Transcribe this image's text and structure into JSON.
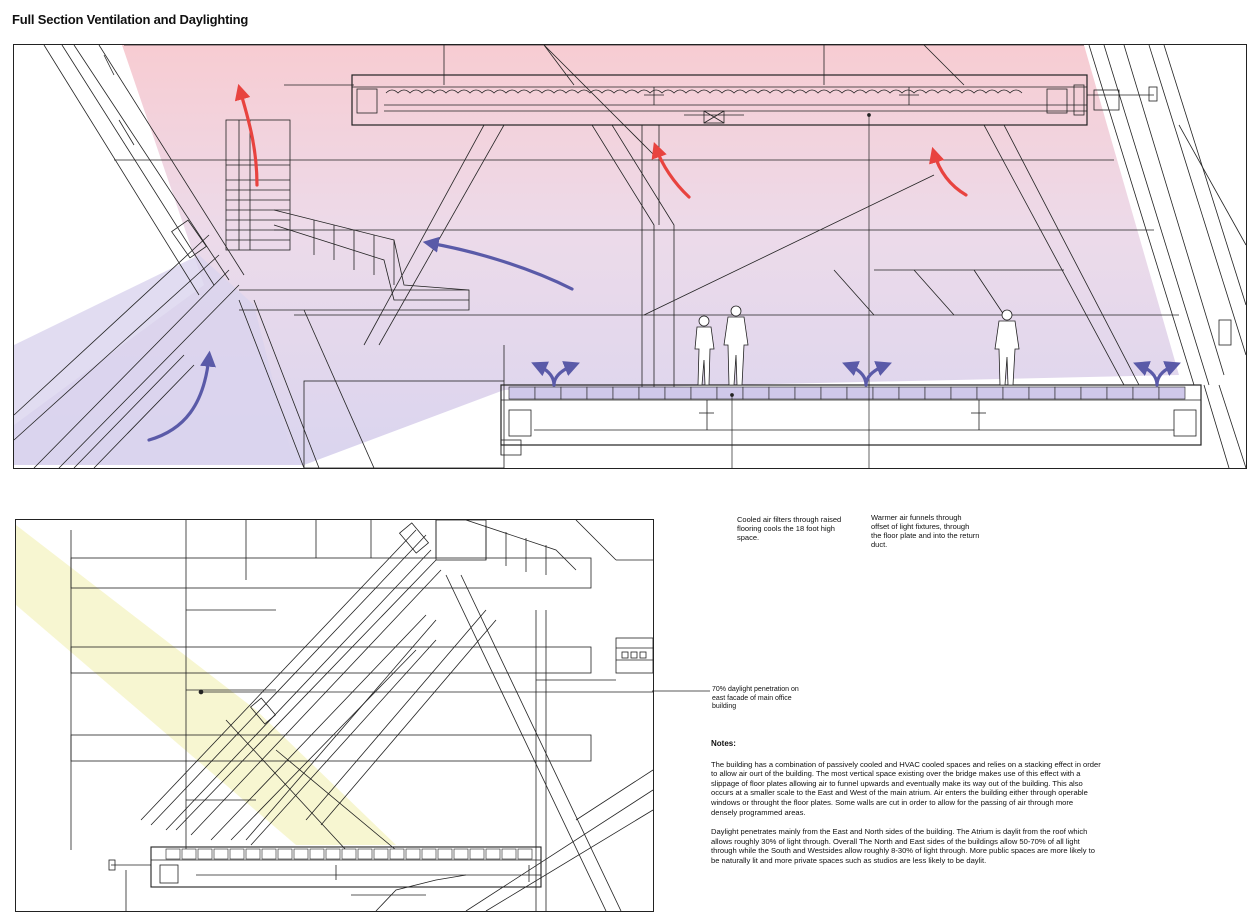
{
  "title": "Full Section Ventilation and Daylighting",
  "callouts": {
    "cooled_air": "Cooled air filters through raised flooring cools the 18 foot high space.",
    "warm_air": "Warmer air funnels through offset of light fixtures, through the floor plate and into the return duct.",
    "daylight": "70% daylight penetration on east facade of main office building"
  },
  "notes": {
    "heading": "Notes:",
    "paragraph_1": "The building has a combination of passively cooled and HVAC cooled spaces and relies on a stacking effect in order to allow air ourt of the building. The most vertical space existing over the bridge makes use of this effect with a slippage of floor plates allowing air to funnel upwards and eventually make its way out of the building. This also occurs at a smaller scale to the East and West of the main atrium. Air enters the building either through operable windows or throught the floor plates. Some walls are cut in order to allow for the passing of air through more densely programmed areas.",
    "paragraph_2": "Daylight penetrates mainly from the East and North sides of the building. The Atrium is daylit from the roof which allows roughly 30% of light through. Overall The North and East sides of the buildings allow 50-70% of all light through while the South and Westsides allow roughly 8-30% of light through. More public spaces are more likely to be naturally lit and more private spaces such as studios are less likely to be daylit."
  },
  "colors": {
    "warm_air": "#e8433f",
    "cool_air": "#5a5aa8",
    "warm_gradient": "#f6c9cf",
    "cool_gradient": "#d6d0ec",
    "daylight": "#f7f5cf",
    "linework": "#222222"
  }
}
